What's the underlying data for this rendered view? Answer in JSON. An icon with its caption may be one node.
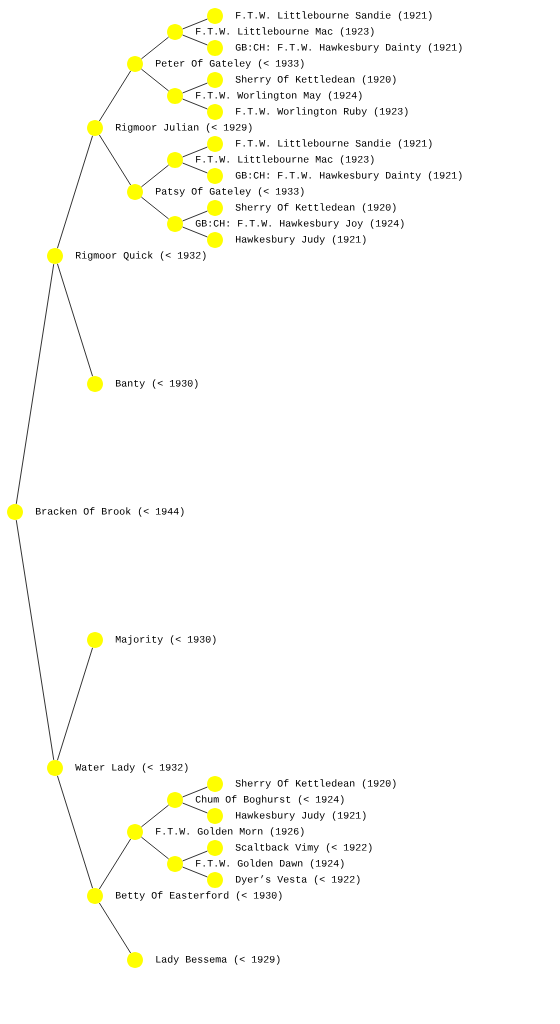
{
  "diagram": {
    "nodes": [
      {
        "text": [
          "F.T.W. Littlebourne Sandie (1921)"
        ]
      },
      {
        "text": [
          "F.T.W. Littlebourne Mac (1923)"
        ]
      },
      {
        "text": [
          "GB:CH: F.T.W. Hawkesbury Dainty (1921)"
        ]
      },
      {
        "text": [
          "Peter Of Gateley (< 1933)"
        ]
      },
      {
        "text": [
          "Sherry Of Kettledean (1920)"
        ]
      },
      {
        "text": [
          "F.T.W. Worlington May (1924)"
        ]
      },
      {
        "text": [
          "F.T.W. Worlington Ruby (1923)"
        ]
      },
      {
        "text": [
          "Rigmoor Julian (< 1929)"
        ]
      },
      {
        "text": [
          "F.T.W. Littlebourne Sandie (1921)"
        ]
      },
      {
        "text": [
          "F.T.W. Littlebourne Mac (1923)"
        ]
      },
      {
        "text": [
          "GB:CH: F.T.W. Hawkesbury Dainty (1921)"
        ]
      },
      {
        "text": [
          "Patsy Of Gateley (< 1933)"
        ]
      },
      {
        "text": [
          "Sherry Of Kettledean (1920)"
        ]
      },
      {
        "text": [
          "GB:CH: F.T.W. Hawkesbury Joy (1924)"
        ]
      },
      {
        "text": [
          "Hawkesbury Judy (1921)"
        ]
      },
      {
        "text": [
          "Rigmoor Quick (< 1932)"
        ]
      },
      {
        "text": [
          "Banty (< 1930)"
        ]
      },
      {
        "text": [
          "Bracken Of Brook (< 1944)"
        ]
      },
      {
        "text": [
          "Majority (< 1930)"
        ]
      },
      {
        "text": [
          "Water Lady (< 1932)"
        ]
      },
      {
        "text": [
          "Sherry Of Kettledean (1920)"
        ]
      },
      {
        "text": [
          "Chum Of Boghurst (< 1924)"
        ]
      },
      {
        "text": [
          "Hawkesbury Judy (1921)"
        ]
      },
      {
        "text": [
          "F.T.W. Golden Morn (1926)"
        ]
      },
      {
        "text": [
          "Scaltback Vimy (< 1922)"
        ]
      },
      {
        "text": [
          "F.T.W. Golden Dawn (1924)"
        ]
      },
      {
        "text": [
          "Dyer’s Vesta (< 1922)"
        ]
      },
      {
        "text": [
          "Betty Of Easterford (< 1930)"
        ]
      },
      {
        "text": [
          "Lady Bessema (< 1929)"
        ]
      }
    ],
    "edges": [
      {
        "from": 17,
        "to": 15,
        "arrow": "none"
      },
      {
        "from": 17,
        "to": 19,
        "arrow": "none"
      },
      {
        "from": 15,
        "to": 7,
        "arrow": "none"
      },
      {
        "from": 15,
        "to": 16,
        "arrow": "none"
      },
      {
        "from": 7,
        "to": 3,
        "arrow": "none"
      },
      {
        "from": 7,
        "to": 11,
        "arrow": "none"
      },
      {
        "from": 3,
        "to": 1,
        "arrow": "none"
      },
      {
        "from": 3,
        "to": 5,
        "arrow": "none"
      },
      {
        "from": 1,
        "to": 0,
        "arrow": "none"
      },
      {
        "from": 1,
        "to": 2,
        "arrow": "none"
      },
      {
        "from": 5,
        "to": 4,
        "arrow": "none"
      },
      {
        "from": 5,
        "to": 6,
        "arrow": "none"
      },
      {
        "from": 11,
        "to": 9,
        "arrow": "none"
      },
      {
        "from": 11,
        "to": 13,
        "arrow": "none"
      },
      {
        "from": 9,
        "to": 8,
        "arrow": "none"
      },
      {
        "from": 9,
        "to": 10,
        "arrow": "none"
      },
      {
        "from": 13,
        "to": 12,
        "arrow": "none"
      },
      {
        "from": 13,
        "to": 14,
        "arrow": "none"
      },
      {
        "from": 19,
        "to": 18,
        "arrow": "none"
      },
      {
        "from": 19,
        "to": 27,
        "arrow": "none"
      },
      {
        "from": 27,
        "to": 23,
        "arrow": "none"
      },
      {
        "from": 27,
        "to": 28,
        "arrow": "none"
      },
      {
        "from": 23,
        "to": 21,
        "arrow": "none"
      },
      {
        "from": 23,
        "to": 25,
        "arrow": "none"
      },
      {
        "from": 21,
        "to": 20,
        "arrow": "none"
      },
      {
        "from": 21,
        "to": 22,
        "arrow": "none"
      },
      {
        "from": 25,
        "to": 24,
        "arrow": "none"
      },
      {
        "from": 25,
        "to": 26,
        "arrow": "none"
      }
    ]
  }
}
